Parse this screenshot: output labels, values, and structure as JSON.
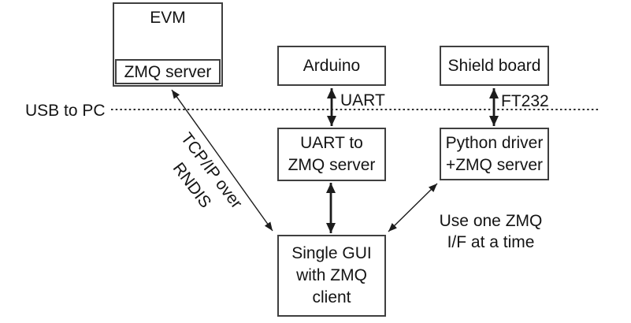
{
  "diagram": {
    "boxes": {
      "evm": {
        "title": "EVM",
        "section": "ZMQ server"
      },
      "arduino": {
        "title": "Arduino"
      },
      "shield_board": {
        "title": "Shield board"
      },
      "uart_to_zmq": {
        "lines": [
          "UART to",
          "ZMQ server"
        ]
      },
      "python_driver": {
        "lines": [
          "Python driver",
          "+ZMQ server"
        ]
      },
      "single_gui": {
        "lines": [
          "Single GUI",
          "with ZMQ",
          "client"
        ]
      }
    },
    "edge_labels": {
      "usb": "USB to PC",
      "uart": "UART",
      "ft232": "FT232",
      "tcpip": {
        "lines": [
          "TCP/IP over",
          "RNDIS"
        ]
      },
      "note": {
        "lines": [
          "Use one ZMQ",
          "I/F at a time"
        ]
      }
    },
    "colors": {
      "background": "#ffffff",
      "box_border": "#3f3f3f",
      "arrow": "#1c1c1c",
      "text": "#141414"
    }
  }
}
